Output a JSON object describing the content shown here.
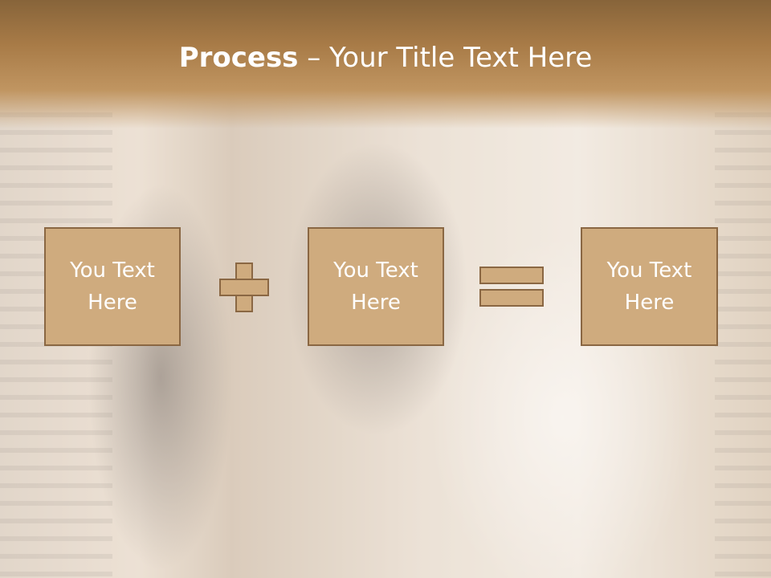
{
  "slide": {
    "title_bold": "Process",
    "title_rest": " – Your Title Text Here",
    "boxes": [
      {
        "text": "You Text\nHere"
      },
      {
        "text": "You Text\nHere"
      },
      {
        "text": "You Text\nHere"
      }
    ],
    "operators": [
      "plus-icon",
      "equals-icon"
    ],
    "colors": {
      "title_band": "#a87b47",
      "box_fill": "#cfab7e",
      "box_border": "#8a6743",
      "text": "#ffffff"
    }
  }
}
